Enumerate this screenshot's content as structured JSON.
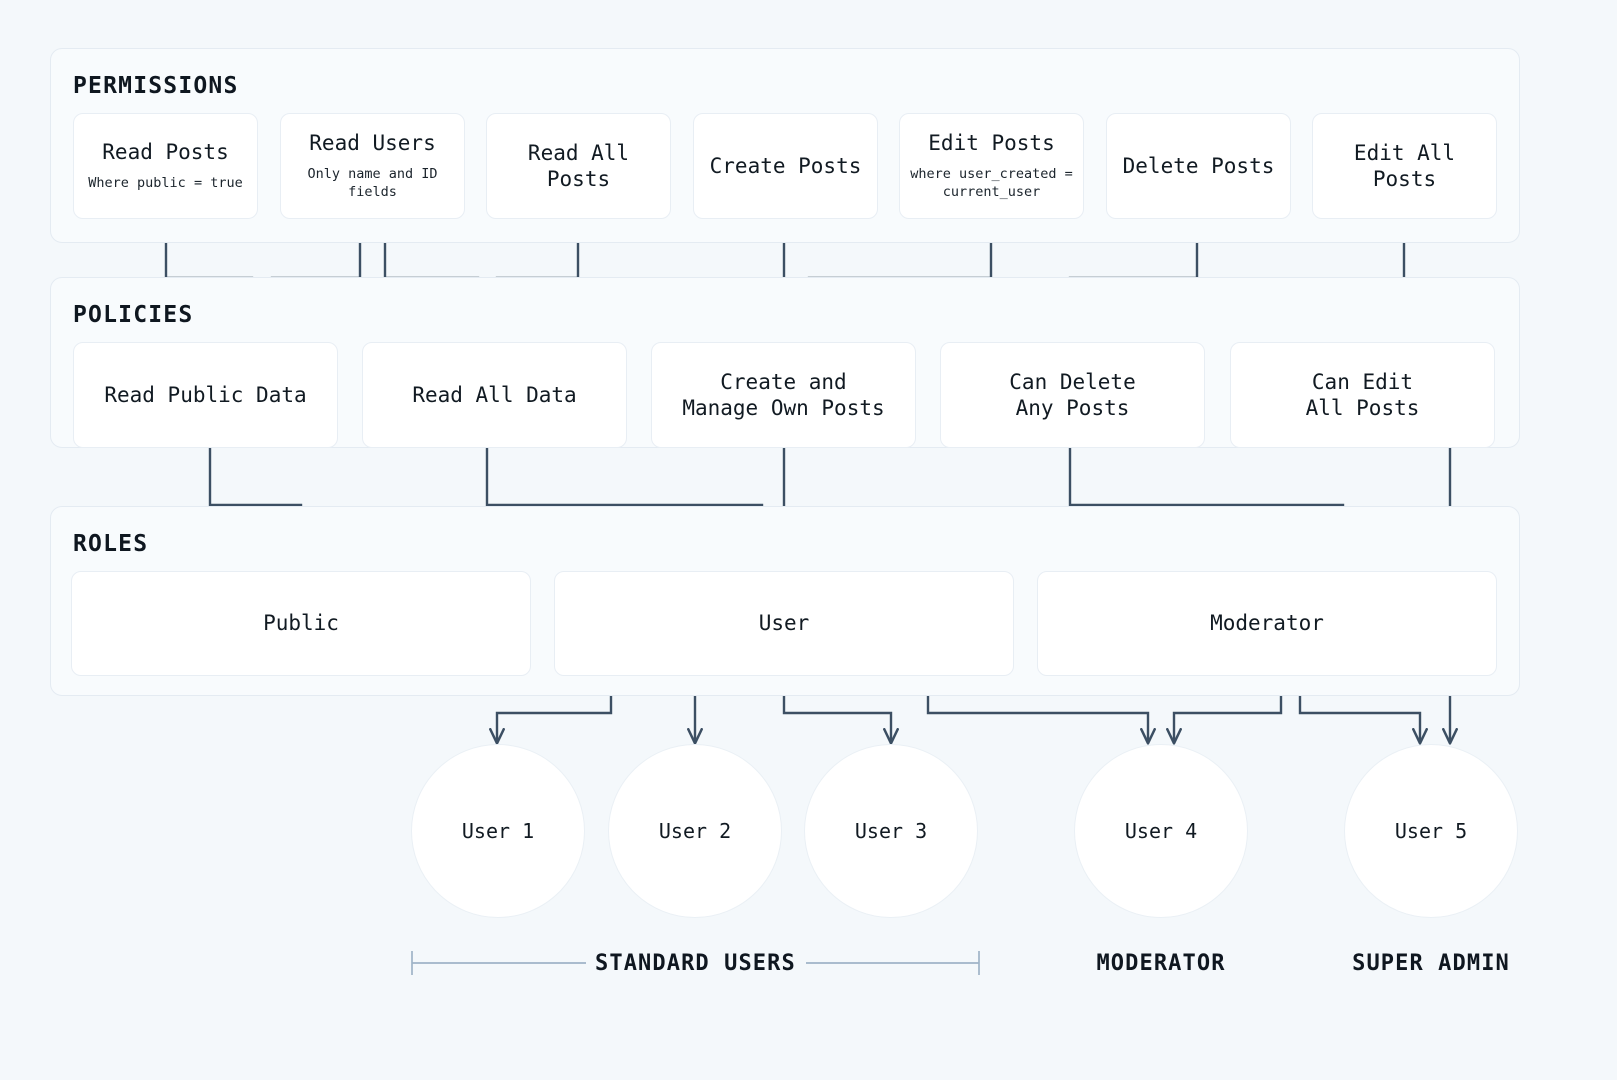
{
  "sections": [
    {
      "id": "permissions",
      "title": "PERMISSIONS"
    },
    {
      "id": "policies",
      "title": "POLICIES"
    },
    {
      "id": "roles",
      "title": "ROLES"
    }
  ],
  "permissions": [
    {
      "label": "Read Posts",
      "detail": "Where public = true"
    },
    {
      "label": "Read Users",
      "detail": "Only name and ID fields"
    },
    {
      "label": "Read All Posts",
      "detail": ""
    },
    {
      "label": "Create Posts",
      "detail": ""
    },
    {
      "label": "Edit Posts",
      "detail": "where user_created =\ncurrent_user"
    },
    {
      "label": "Delete Posts",
      "detail": ""
    },
    {
      "label": "Edit All Posts",
      "detail": ""
    }
  ],
  "policies": [
    {
      "label": "Read Public Data"
    },
    {
      "label": "Read All Data"
    },
    {
      "label": "Create and\nManage Own Posts"
    },
    {
      "label": "Can Delete\nAny Posts"
    },
    {
      "label": "Can Edit\nAll Posts"
    }
  ],
  "roles": [
    {
      "label": "Public"
    },
    {
      "label": "User"
    },
    {
      "label": "Moderator"
    }
  ],
  "users": [
    {
      "label": "User 1"
    },
    {
      "label": "User 2"
    },
    {
      "label": "User 3"
    },
    {
      "label": "User 4"
    },
    {
      "label": "User 5"
    }
  ],
  "groups": [
    {
      "label": "STANDARD USERS",
      "bracket": true
    },
    {
      "label": "MODERATOR",
      "bracket": false
    },
    {
      "label": "SUPER ADMIN",
      "bracket": false
    }
  ],
  "colors": {
    "page_background": "#f4f8fb",
    "band_background": "#f8fbfd",
    "band_border": "#e4ebf2",
    "card_background": "#ffffff",
    "card_border": "#e8eef4",
    "connector": "#3c4f63",
    "bracket": "#9fb4c7",
    "text": "#0f1720"
  }
}
